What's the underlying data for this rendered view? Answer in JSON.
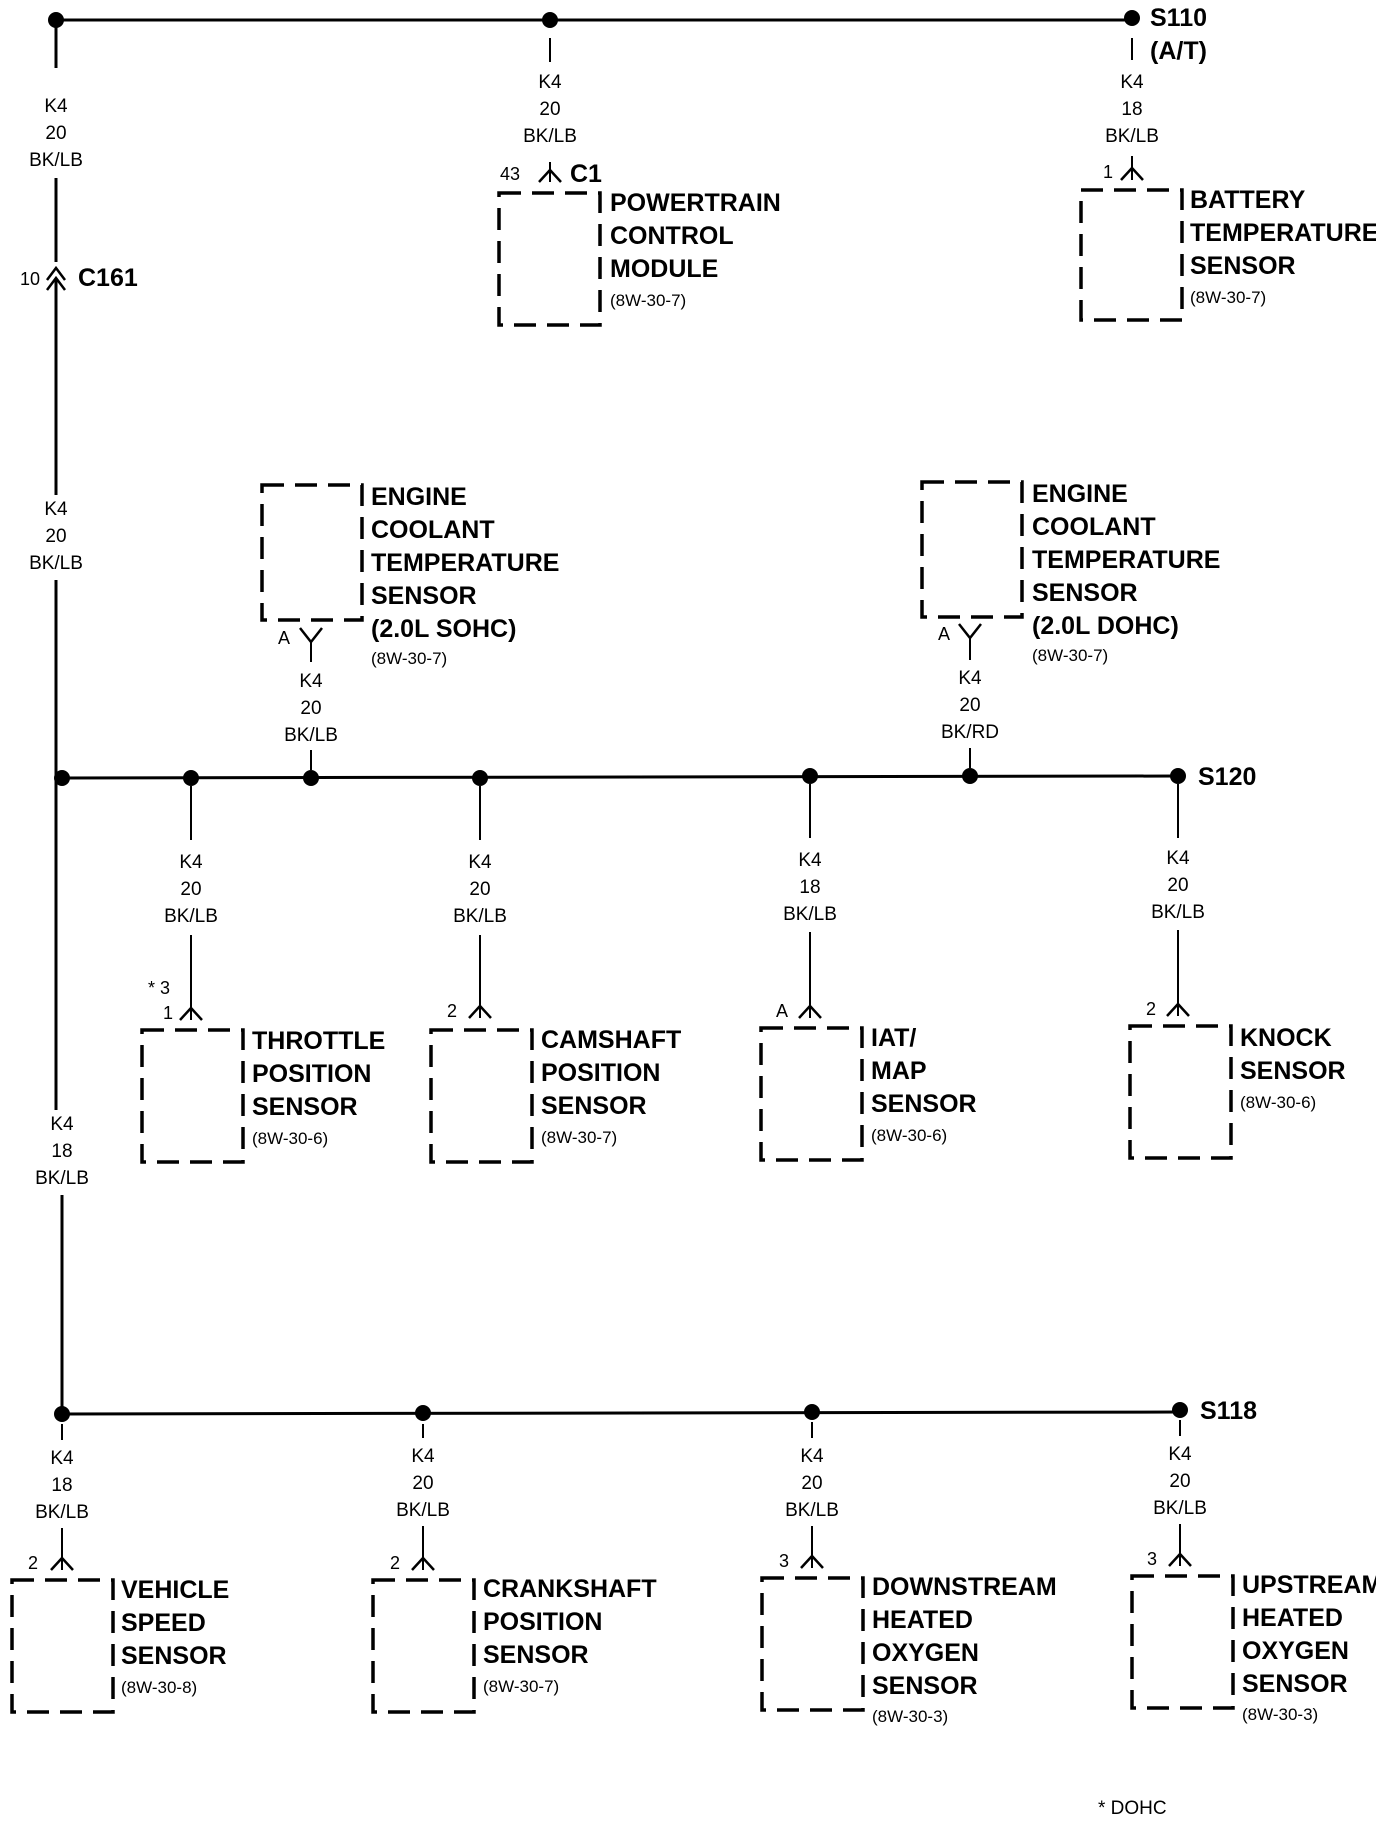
{
  "splices": {
    "s110": {
      "label": "S110",
      "sub": "(A/T)"
    },
    "s120": {
      "label": "S120"
    },
    "s118": {
      "label": "S118"
    }
  },
  "connector_c161": {
    "label": "C161",
    "pin": "10"
  },
  "wires": {
    "left_top": {
      "circuit": "K4",
      "gauge": "20",
      "color": "BK/LB"
    },
    "left_mid": {
      "circuit": "K4",
      "gauge": "20",
      "color": "BK/LB"
    },
    "left_low": {
      "circuit": "K4",
      "gauge": "18",
      "color": "BK/LB"
    },
    "pcm": {
      "circuit": "K4",
      "gauge": "20",
      "color": "BK/LB"
    },
    "battery": {
      "circuit": "K4",
      "gauge": "18",
      "color": "BK/LB"
    },
    "ect_sohc": {
      "circuit": "K4",
      "gauge": "20",
      "color": "BK/LB"
    },
    "ect_dohc": {
      "circuit": "K4",
      "gauge": "20",
      "color": "BK/RD"
    },
    "tps": {
      "circuit": "K4",
      "gauge": "20",
      "color": "BK/LB"
    },
    "cmp": {
      "circuit": "K4",
      "gauge": "20",
      "color": "BK/LB"
    },
    "iat": {
      "circuit": "K4",
      "gauge": "18",
      "color": "BK/LB"
    },
    "knock": {
      "circuit": "K4",
      "gauge": "20",
      "color": "BK/LB"
    },
    "vss": {
      "circuit": "K4",
      "gauge": "18",
      "color": "BK/LB"
    },
    "ckp": {
      "circuit": "K4",
      "gauge": "20",
      "color": "BK/LB"
    },
    "down_o2": {
      "circuit": "K4",
      "gauge": "20",
      "color": "BK/LB"
    },
    "up_o2": {
      "circuit": "K4",
      "gauge": "20",
      "color": "BK/LB"
    }
  },
  "components": {
    "pcm": {
      "lines": [
        "POWERTRAIN",
        "CONTROL",
        "MODULE"
      ],
      "ref": "(8W-30-7)",
      "pin": "43",
      "connector": "C1"
    },
    "battery": {
      "lines": [
        "BATTERY",
        "TEMPERATURE",
        "SENSOR"
      ],
      "ref": "(8W-30-7)",
      "pin": "1"
    },
    "ect_sohc": {
      "lines": [
        "ENGINE",
        "COOLANT",
        "TEMPERATURE",
        "SENSOR",
        "(2.0L SOHC)"
      ],
      "ref": "(8W-30-7)",
      "pin": "A"
    },
    "ect_dohc": {
      "lines": [
        "ENGINE",
        "COOLANT",
        "TEMPERATURE",
        "SENSOR",
        "(2.0L DOHC)"
      ],
      "ref": "(8W-30-7)",
      "pin": "A"
    },
    "tps": {
      "lines": [
        "THROTTLE",
        "POSITION",
        "SENSOR"
      ],
      "ref": "(8W-30-6)",
      "pin": "1",
      "pin_alt": "* 3"
    },
    "cmp": {
      "lines": [
        "CAMSHAFT",
        "POSITION",
        "SENSOR"
      ],
      "ref": "(8W-30-7)",
      "pin": "2"
    },
    "iat": {
      "lines": [
        "IAT/",
        "MAP",
        "SENSOR"
      ],
      "ref": "(8W-30-6)",
      "pin": "A"
    },
    "knock": {
      "lines": [
        "KNOCK",
        "SENSOR"
      ],
      "ref": "(8W-30-6)",
      "pin": "2"
    },
    "vss": {
      "lines": [
        "VEHICLE",
        "SPEED",
        "SENSOR"
      ],
      "ref": "(8W-30-8)",
      "pin": "2"
    },
    "ckp": {
      "lines": [
        "CRANKSHAFT",
        "POSITION",
        "SENSOR"
      ],
      "ref": "(8W-30-7)",
      "pin": "2"
    },
    "down_o2": {
      "lines": [
        "DOWNSTREAM",
        "HEATED",
        "OXYGEN",
        "SENSOR"
      ],
      "ref": "(8W-30-3)",
      "pin": "3"
    },
    "up_o2": {
      "lines": [
        "UPSTREAM",
        "HEATED",
        "OXYGEN",
        "SENSOR"
      ],
      "ref": "(8W-30-3)",
      "pin": "3"
    }
  },
  "footnote": "* DOHC"
}
